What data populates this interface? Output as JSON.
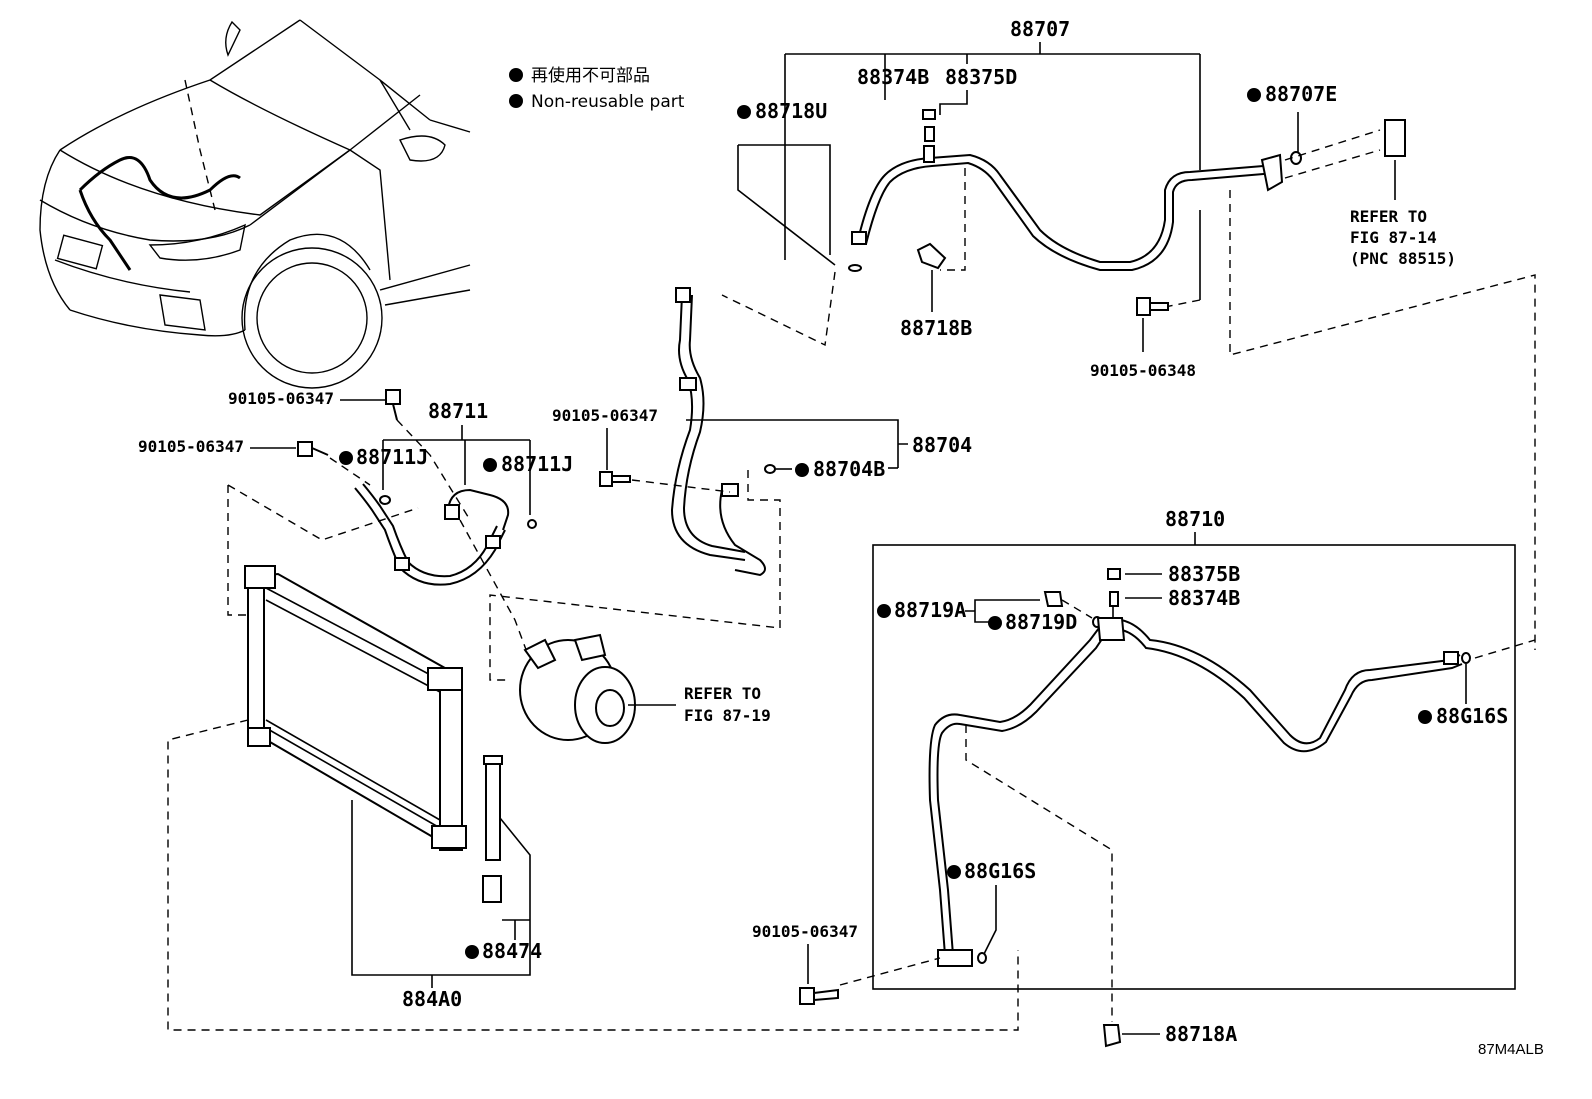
{
  "legend": {
    "jp": "再使用不可部品",
    "en": "Non-reusable part"
  },
  "figure_code": "87M4ALB",
  "labels": {
    "p88707": "88707",
    "p88374B_top": "88374B",
    "p88375D": "88375D",
    "p88718U": "88718U",
    "p88707E": "88707E",
    "refer1_a": "REFER TO",
    "refer1_b": "FIG 87-14",
    "refer1_c": "(PNC 88515)",
    "p88718B": "88718B",
    "b90105_06348": "90105-06348",
    "b90105_06347_a": "90105-06347",
    "p88711": "88711",
    "b90105_06347_b": "90105-06347",
    "p88711J_a": "88711J",
    "p88711J_b": "88711J",
    "b90105_06347_c": "90105-06347",
    "p88704": "88704",
    "p88704B": "88704B",
    "p88710": "88710",
    "p88375B": "88375B",
    "p88374B": "88374B",
    "p88719A": "88719A",
    "p88719D": "88719D",
    "refer2_a": "REFER TO",
    "refer2_b": "FIG 87-19",
    "p88G16S_a": "88G16S",
    "p88G16S_b": "88G16S",
    "p88474": "88474",
    "p884A0": "884A0",
    "b90105_06347_d": "90105-06347",
    "p88718A": "88718A"
  }
}
